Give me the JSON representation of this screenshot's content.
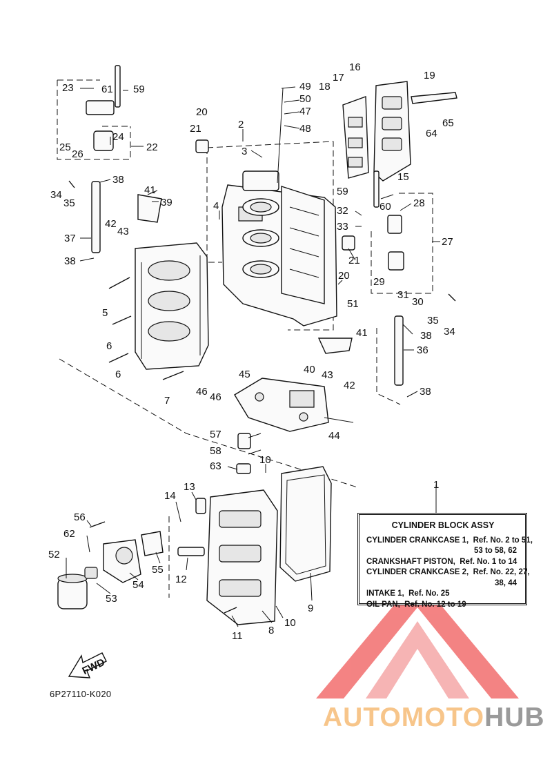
{
  "diagram": {
    "code": "6P27110-K020",
    "fwd_label": "FWD",
    "ref_number": "1",
    "part_numbers": [
      "23",
      "61",
      "59",
      "17",
      "16",
      "19",
      "49",
      "18",
      "50",
      "47",
      "48",
      "20",
      "21",
      "2",
      "25",
      "26",
      "24",
      "22",
      "3",
      "65",
      "64",
      "15",
      "34",
      "35",
      "38",
      "41",
      "39",
      "4",
      "59",
      "28",
      "32",
      "60",
      "42",
      "43",
      "33",
      "27",
      "37",
      "21",
      "38",
      "20",
      "29",
      "31",
      "30",
      "5",
      "35",
      "34",
      "51",
      "6",
      "41",
      "38",
      "6",
      "40",
      "43",
      "36",
      "45",
      "7",
      "46",
      "46",
      "42",
      "38",
      "44",
      "57",
      "58",
      "10",
      "63",
      "1",
      "13",
      "14",
      "56",
      "62",
      "52",
      "12",
      "54",
      "55",
      "53",
      "9",
      "11",
      "8",
      "10"
    ]
  },
  "ref_table": {
    "title": "CYLINDER BLOCK ASSY",
    "lines": [
      "CYLINDER CRANKCASE 1,  Ref. No. 2 to 51,",
      "53 to 58, 62",
      "CRANKSHAFT PISTON,  Ref. No. 1 to 14",
      "CYLINDER CRANKCASE 2,  Ref. No. 22, 27,",
      "38, 44",
      "INTAKE 1,  Ref. No. 25",
      "OIL PAN,  Ref. No. 12 to 19"
    ]
  },
  "watermark": {
    "brand_part1": "AUTOMOTO",
    "brand_part2": "HUB",
    "colors": {
      "logo": "#f05a5a",
      "part1": "#f7c58a",
      "part2": "#9a9a9a"
    }
  }
}
